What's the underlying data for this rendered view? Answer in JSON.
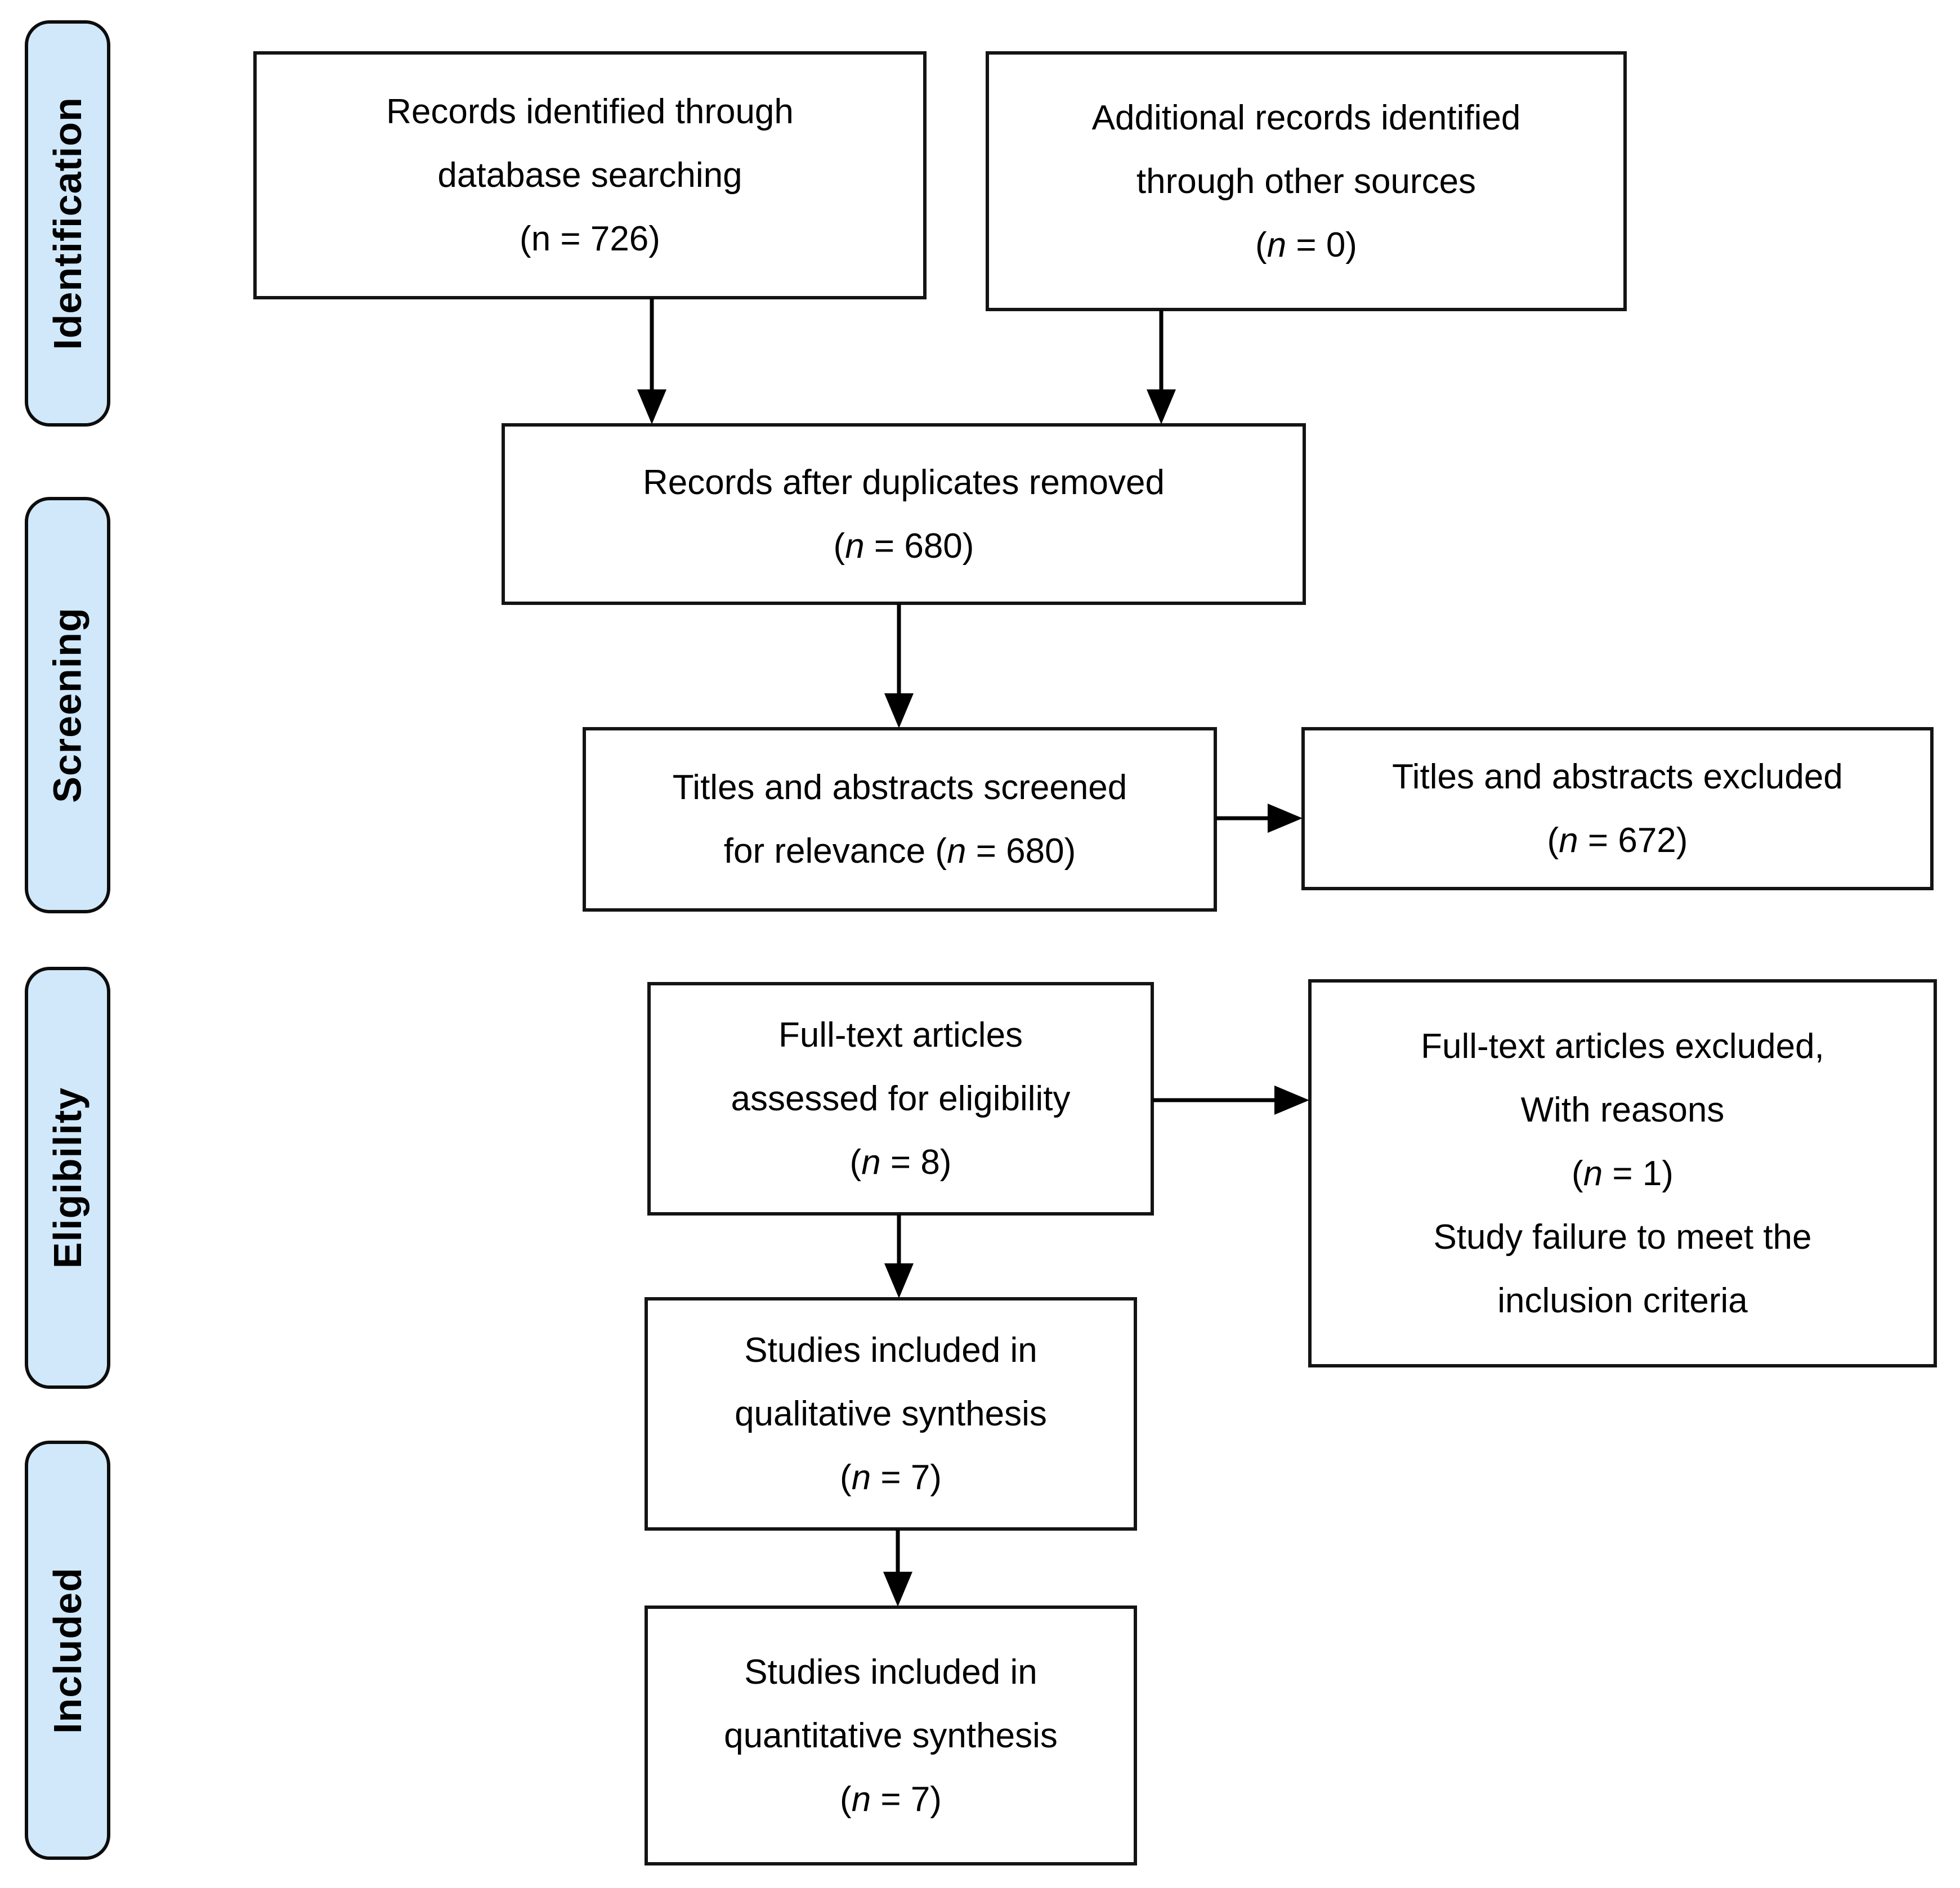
{
  "stages": [
    {
      "label": "Identification"
    },
    {
      "label": "Screening"
    },
    {
      "label": "Eligibility"
    },
    {
      "label": "Included"
    }
  ],
  "boxes": [
    {
      "key": "records-identified-db",
      "lines": [
        "Records identified through",
        "database searching",
        "(n = 726)"
      ],
      "italic_n": false
    },
    {
      "key": "additional-records",
      "lines": [
        "Additional records identified",
        "through other sources",
        "(n = 0)"
      ],
      "italic_n": true
    },
    {
      "key": "after-duplicates",
      "lines": [
        "Records after duplicates removed",
        "(n = 680)"
      ],
      "italic_n": true
    },
    {
      "key": "titles-screened",
      "lines": [
        "Titles and abstracts screened",
        "for relevance (n = 680)"
      ],
      "italic_n": true
    },
    {
      "key": "titles-excluded",
      "lines": [
        "Titles and abstracts excluded",
        "(n = 672)"
      ],
      "italic_n": true
    },
    {
      "key": "fulltext-assessed",
      "lines": [
        "Full-text articles",
        "assessed for eligibility",
        "(n = 8)"
      ],
      "italic_n": true
    },
    {
      "key": "fulltext-excluded",
      "lines": [
        "Full-text articles excluded,",
        "With reasons",
        "(n = 1)",
        "Study failure to meet the",
        "inclusion criteria"
      ],
      "italic_n": true
    },
    {
      "key": "qualitative-synthesis",
      "lines": [
        "Studies included in",
        "qualitative synthesis",
        "(n = 7)"
      ],
      "italic_n": true
    },
    {
      "key": "quantitative-synthesis",
      "lines": [
        "Studies included in",
        "quantitative synthesis",
        "(n = 7)"
      ],
      "italic_n": true
    }
  ],
  "colors": {
    "stage_fill": "#d0e8fa",
    "line": "#000000",
    "page_background": "#ffffff"
  }
}
